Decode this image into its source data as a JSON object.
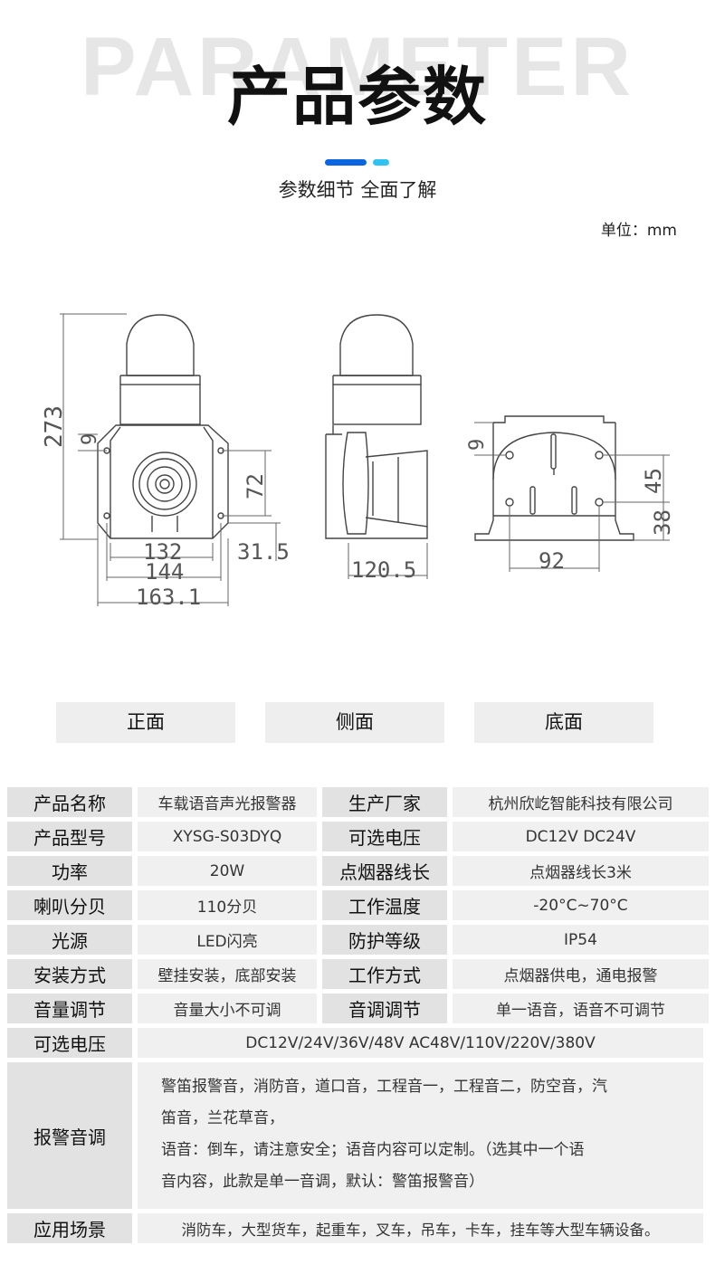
{
  "header": {
    "bg_word": "PARAMETER",
    "title": "产品参数",
    "subtitle": "参数细节 全面了解",
    "unit": "单位：mm",
    "accent": "#0a66e0",
    "accent2": "#2ec3f0"
  },
  "drawing": {
    "front": {
      "d273": "273",
      "d9": "9",
      "d72": "72",
      "d132": "132",
      "d31_5": "31.5",
      "d144": "144",
      "d163_1": "163.1"
    },
    "side": {
      "d120_5": "120.5"
    },
    "bottom": {
      "d9": "9",
      "d45": "45",
      "d38": "38",
      "d92": "92"
    }
  },
  "views": [
    "正面",
    "侧面",
    "底面"
  ],
  "specs": {
    "r1": {
      "k1": "产品名称",
      "v1": "车载语音声光报警器",
      "k2": "生产厂家",
      "v2": "杭州欣屹智能科技有限公司"
    },
    "r2": {
      "k1": "产品型号",
      "v1": "XYSG-S03DYQ",
      "k2": "可选电压",
      "v2": "DC12V  DC24V"
    },
    "r3": {
      "k1": "功率",
      "v1": "20W",
      "k2": "点烟器线长",
      "v2": "点烟器线长3米"
    },
    "r4": {
      "k1": "喇叭分贝",
      "v1": "110分贝",
      "k2": "工作温度",
      "v2": "-20°C~70°C"
    },
    "r5": {
      "k1": "光源",
      "v1": "LED闪亮",
      "k2": "防护等级",
      "v2": "IP54"
    },
    "r6": {
      "k1": "安装方式",
      "v1": "壁挂安装，底部安装",
      "k2": "工作方式",
      "v2": "点烟器供电，通电报警"
    },
    "r7": {
      "k1": "音量调节",
      "v1": "音量大小不可调",
      "k2": "音调调节",
      "v2": "单一语音，语音不可调节"
    },
    "r8": {
      "k1": "可选电压",
      "v1": "DC12V/24V/36V/48V   AC48V/110V/220V/380V"
    },
    "r9": {
      "k1": "报警音调",
      "line1": "警笛报警音，消防音，道口音，工程音一，工程音二，防空音，汽",
      "line2": "笛音，兰花草音，",
      "line3": "语音：倒车，请注意安全；语音内容可以定制。（选其中一个语",
      "line4": "音内容，此款是单一音调，默认：警笛报警音）"
    },
    "r10": {
      "k1": "应用场景",
      "v1": "消防车，大型货车，起重车，叉车，吊车，卡车，挂车等大型车辆设备。"
    }
  }
}
